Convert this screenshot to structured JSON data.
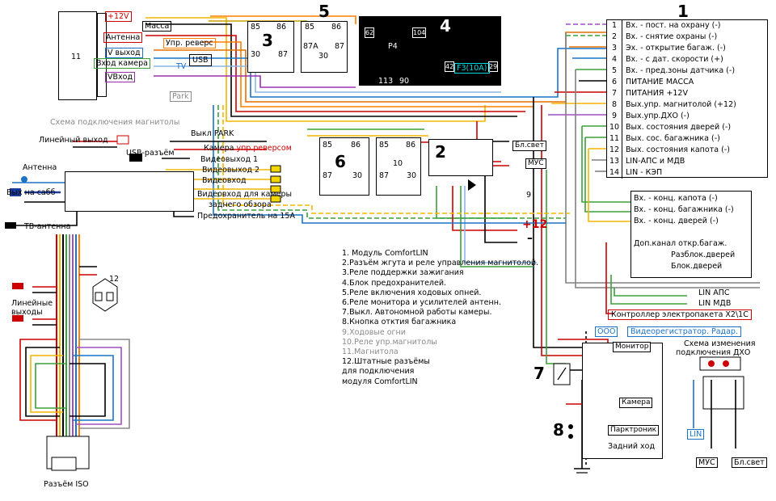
{
  "connector11": {
    "number": "11",
    "labels": [
      "+12V",
      "Масса",
      "Антенна",
      "Упр. реверс",
      "V выход",
      "Вход камера",
      "VВход",
      "USB",
      "TV",
      "Park"
    ]
  },
  "numbers": [
    "1",
    "2",
    "3",
    "4",
    "5",
    "6",
    "7",
    "8",
    "9",
    "10",
    "12"
  ],
  "relay_pins": {
    "r3": [
      "85",
      "86",
      "30",
      "87"
    ],
    "r5": [
      "85",
      "86",
      "87A",
      "30",
      "87"
    ],
    "r6": [
      "85",
      "86",
      "87",
      "30"
    ],
    "r10": [
      "85",
      "86",
      "87",
      "30"
    ],
    "r4": [
      "P4",
      "113",
      "90",
      "F3(10A)"
    ],
    "r4_side": [
      "62",
      "104",
      "42",
      "29"
    ]
  },
  "head_unit": {
    "title": "Схема подключения магнитолы",
    "labels": [
      "Выкл PARK",
      "Линейный выход",
      "USB-разъём",
      "Антенна",
      "Вых на сабб",
      "ТВ-антенна",
      "Видеовыход 1",
      "Видеовыход 2",
      "Видеовход",
      "Видеовход для камеры",
      "заднего обзора",
      "Предохранитель на 15А"
    ],
    "camera_label_black": "Камера ",
    "camera_label_red": "упр.реверсом",
    "iso_label": "Разъём ISO",
    "line_outputs": "Линейные выходы"
  },
  "module1_pins": [
    {
      "n": "1",
      "label": "Вх. - пост. на охрану (-)"
    },
    {
      "n": "2",
      "label": "Вх. - снятие охраны (-)"
    },
    {
      "n": "3",
      "label": "Эх. - открытие багаж. (-)"
    },
    {
      "n": "4",
      "label": "Вх. - с дат. скорости (+)"
    },
    {
      "n": "5",
      "label": "Вх. - пред.зоны датчика (-)"
    },
    {
      "n": "6",
      "label": "ПИТАНИЕ МАССА"
    },
    {
      "n": "7",
      "label": "ПИТАНИЯ +12V"
    },
    {
      "n": "8",
      "label": "Вых.упр. магнитолой (+12)"
    },
    {
      "n": "9",
      "label": "Вых.упр.ДХО (-)"
    },
    {
      "n": "10",
      "label": "Вых. состояния дверей (-)"
    },
    {
      "n": "11",
      "label": "Вых. сос. багажника (-)"
    },
    {
      "n": "12",
      "label": "Вых. состояния капота (-)"
    },
    {
      "n": "13",
      "label": "LIN-АПС и МДВ"
    },
    {
      "n": "14",
      "label": "LIN - КЭП"
    }
  ],
  "ends_box": {
    "labels": [
      "Вх. - конц. капота (-)",
      "Вх. - конц. багажника (-)",
      "Вх. - конц. дверей (-)",
      "Доп.канал откр.багаж.",
      "Разблок.дверей",
      "Блок.дверей"
    ]
  },
  "right_side": {
    "lin_aps": "LIN АПС",
    "lin_mdv": "LIN МДВ",
    "controller": "Контроллер электропакета Х2\\1С",
    "ooo": "ООО",
    "dvr": "Видеорегистратор. Радар.",
    "monitor": "Монитор",
    "camera": "Камера",
    "parktronic": "Парктроник",
    "reverse": "Задний ход",
    "drl_title_1": "Схема изменения",
    "drl_title_2": "подключения ДХО",
    "lin": "LIN",
    "mus": "МУС",
    "bl_svet": "Бл.свет"
  },
  "block2": {
    "bl_svet": "Бл.свет",
    "mus": "МУС",
    "plus12": "+12",
    "minus": "–"
  },
  "legend": [
    {
      "text": "1. Модуль ComfortLIN",
      "grey": false
    },
    {
      "text": "2.Разъём жгута и реле управления магнитолой.",
      "grey": false
    },
    {
      "text": "3.Реле поддержки зажигания",
      "grey": false
    },
    {
      "text": "4.Блок предохранителей.",
      "grey": false
    },
    {
      "text": "5.Реле включения ходовых опней.",
      "grey": false
    },
    {
      "text": "6.Реле монитора и усилителей антенн.",
      "grey": false
    },
    {
      "text": "7.Выкл. Автономной работы камеры.",
      "grey": false
    },
    {
      "text": "8.Кнопка отктия багажника",
      "grey": false
    },
    {
      "text": "9.Ходовые огни",
      "grey": true
    },
    {
      "text": "10.Реле упр.магнитолы",
      "grey": true
    },
    {
      "text": "11.Магнитола",
      "grey": true
    },
    {
      "text": "12.Штатные разъёмы",
      "grey": false
    },
    {
      "text": "   для подключения",
      "grey": false
    },
    {
      "text": "   модуля ComfortLIN",
      "grey": false
    }
  ]
}
